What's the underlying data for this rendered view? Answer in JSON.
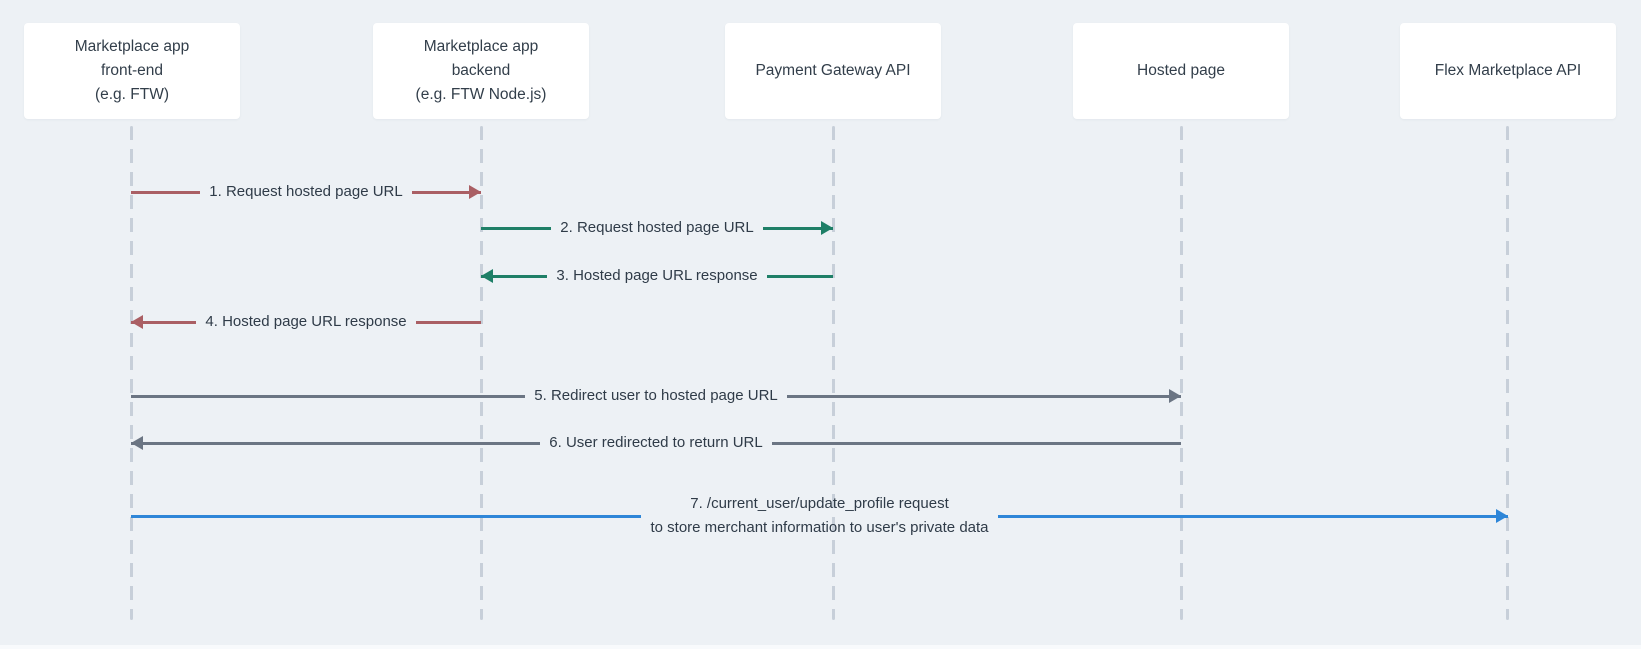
{
  "diagram": {
    "type": "sequence-diagram",
    "participants": [
      {
        "id": "frontend",
        "label": "Marketplace app\nfront-end\n(e.g. FTW)"
      },
      {
        "id": "backend",
        "label": "Marketplace app\nbackend\n(e.g. FTW Node.js)"
      },
      {
        "id": "payment-gateway",
        "label": "Payment Gateway API"
      },
      {
        "id": "hosted-page",
        "label": "Hosted page"
      },
      {
        "id": "flex-api",
        "label": "Flex Marketplace API"
      }
    ],
    "messages": [
      {
        "step": 1,
        "label": "1. Request hosted page URL",
        "from": "frontend",
        "to": "backend",
        "direction": "right",
        "color": "#aa5f64"
      },
      {
        "step": 2,
        "label": "2. Request hosted page URL",
        "from": "backend",
        "to": "payment-gateway",
        "direction": "right",
        "color": "#1e7f67"
      },
      {
        "step": 3,
        "label": "3. Hosted page URL response",
        "from": "payment-gateway",
        "to": "backend",
        "direction": "left",
        "color": "#1e7f67"
      },
      {
        "step": 4,
        "label": "4. Hosted page URL response",
        "from": "backend",
        "to": "frontend",
        "direction": "left",
        "color": "#aa5f64"
      },
      {
        "step": 5,
        "label": "5. Redirect user to hosted page URL",
        "from": "frontend",
        "to": "hosted-page",
        "direction": "right",
        "color": "#6b7583"
      },
      {
        "step": 6,
        "label": "6. User redirected to return URL",
        "from": "hosted-page",
        "to": "frontend",
        "direction": "left",
        "color": "#6b7583"
      },
      {
        "step": 7,
        "label": "7. /current_user/update_profile request\nto store merchant information to user's private data",
        "from": "frontend",
        "to": "flex-api",
        "direction": "right",
        "color": "#2e86d8"
      }
    ],
    "colors": {
      "background": "#edf1f5",
      "participant_box": "#ffffff",
      "text": "#2f3b48",
      "lifeline": "#c7cfd9",
      "message_red": "#aa5f64",
      "message_green": "#1e7f67",
      "message_gray": "#6b7583",
      "message_blue": "#2e86d8"
    }
  }
}
